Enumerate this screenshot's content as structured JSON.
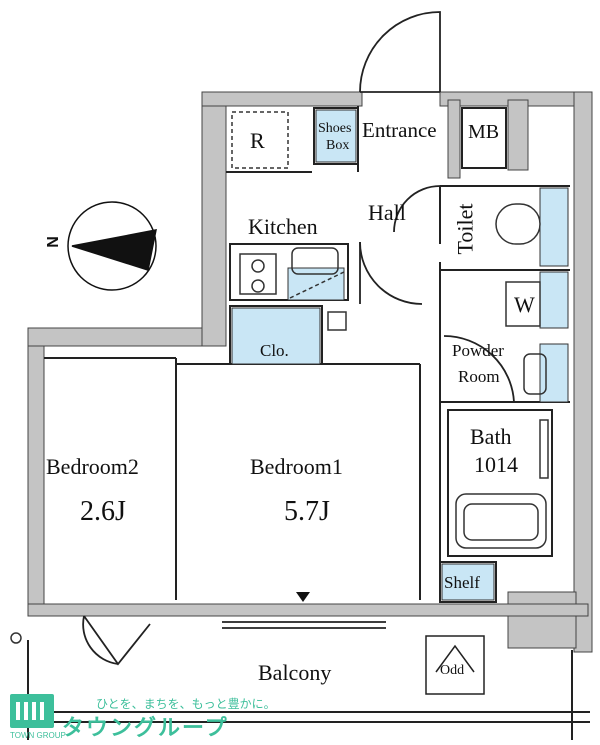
{
  "rooms": {
    "entrance": "Entrance",
    "shoes_box_line1": "Shoes",
    "shoes_box_line2": "Box",
    "refrigerator": "R",
    "mb": "MB",
    "hall": "Hall",
    "kitchen": "Kitchen",
    "toilet": "Toilet",
    "washer": "W",
    "closet": "Clo.",
    "powder_room_line1": "Powder",
    "powder_room_line2": "Room",
    "bath": "Bath",
    "bath_size": "1014",
    "bedroom2": "Bedroom2",
    "bedroom2_area": "2.6J",
    "bedroom1": "Bedroom1",
    "bedroom1_area": "5.7J",
    "shelf": "Shelf",
    "balcony": "Balcony",
    "odd": "Odd"
  },
  "compass": {
    "label": "N"
  },
  "brand": {
    "tagline": "ひとを、まちを、もっと豊かに。",
    "name": "タウングループ",
    "logo_caption": "TOWN GROUP"
  },
  "colors": {
    "wall": "#c4c4c4",
    "wall_outline": "#333333",
    "fixture_blue": "#c9e6f5",
    "brand_green": "#3dbf9b"
  }
}
